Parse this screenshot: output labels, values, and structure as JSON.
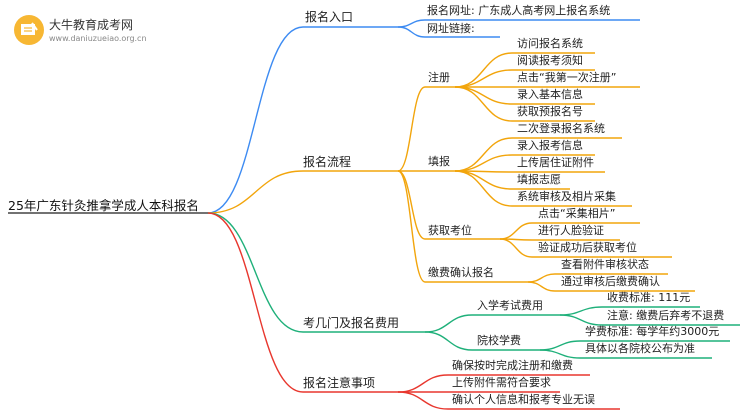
{
  "logo": {
    "name": "大牛教育成考网",
    "url": "www.daniuzueiao.org.cn"
  },
  "colors": {
    "blue": "#3d8bf2",
    "orange": "#f2a50c",
    "green": "#1fb07a",
    "red": "#e8372e"
  },
  "root": "25年广东针灸推拿学成人本科报名",
  "branches": [
    {
      "label": "报名入口",
      "children": [
        {
          "label": "报名网址: 广东成人高考网上报名系统"
        },
        {
          "label": "网址链接:"
        }
      ]
    },
    {
      "label": "报名流程",
      "children": [
        {
          "label": "注册",
          "children": [
            "访问报名系统",
            "阅读报考须知",
            "点击“我第一次注册”",
            "录入基本信息",
            "获取预报名号"
          ]
        },
        {
          "label": "填报",
          "children": [
            "二次登录报名系统",
            "录入报考信息",
            "上传居住证附件",
            "填报志愿",
            "系统审核及相片采集"
          ]
        },
        {
          "label": "获取考位",
          "children": [
            "点击“采集相片”",
            "进行人脸验证",
            "验证成功后获取考位"
          ]
        },
        {
          "label": "缴费确认报名",
          "children": [
            "查看附件审核状态",
            "通过审核后缴费确认"
          ]
        }
      ]
    },
    {
      "label": "考几门及报名费用",
      "children": [
        {
          "label": "入学考试费用",
          "children": [
            "收费标准: 111元",
            "注意: 缴费后弃考不退费"
          ]
        },
        {
          "label": "院校学费",
          "children": [
            "学费标准: 每学年约3000元",
            "具体以各院校公布为准"
          ]
        }
      ]
    },
    {
      "label": "报名注意事项",
      "children": [
        {
          "label": "确保按时完成注册和缴费"
        },
        {
          "label": "上传附件需符合要求"
        },
        {
          "label": "确认个人信息和报考专业无误"
        }
      ]
    }
  ]
}
